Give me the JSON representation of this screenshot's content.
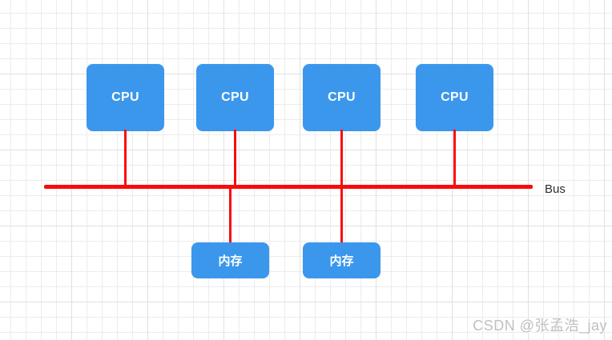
{
  "diagram": {
    "type": "bus-architecture",
    "nodes": {
      "cpus": [
        {
          "label": "CPU"
        },
        {
          "label": "CPU"
        },
        {
          "label": "CPU"
        },
        {
          "label": "CPU"
        }
      ],
      "memories": [
        {
          "label": "内存"
        },
        {
          "label": "内存"
        }
      ]
    },
    "bus": {
      "label": "Bus"
    }
  },
  "watermark": {
    "text": "CSDN @张孟浩_jay"
  },
  "colors": {
    "node_fill": "#3b97ec",
    "node_text": "#ffffff",
    "line_red": "#fa0b0b",
    "label_text": "#2d2d2d",
    "grid_line": "#ececec",
    "grid_major": "#e0e0e0",
    "canvas_bg": "#ffffff",
    "watermark": "#c0c0c0"
  }
}
